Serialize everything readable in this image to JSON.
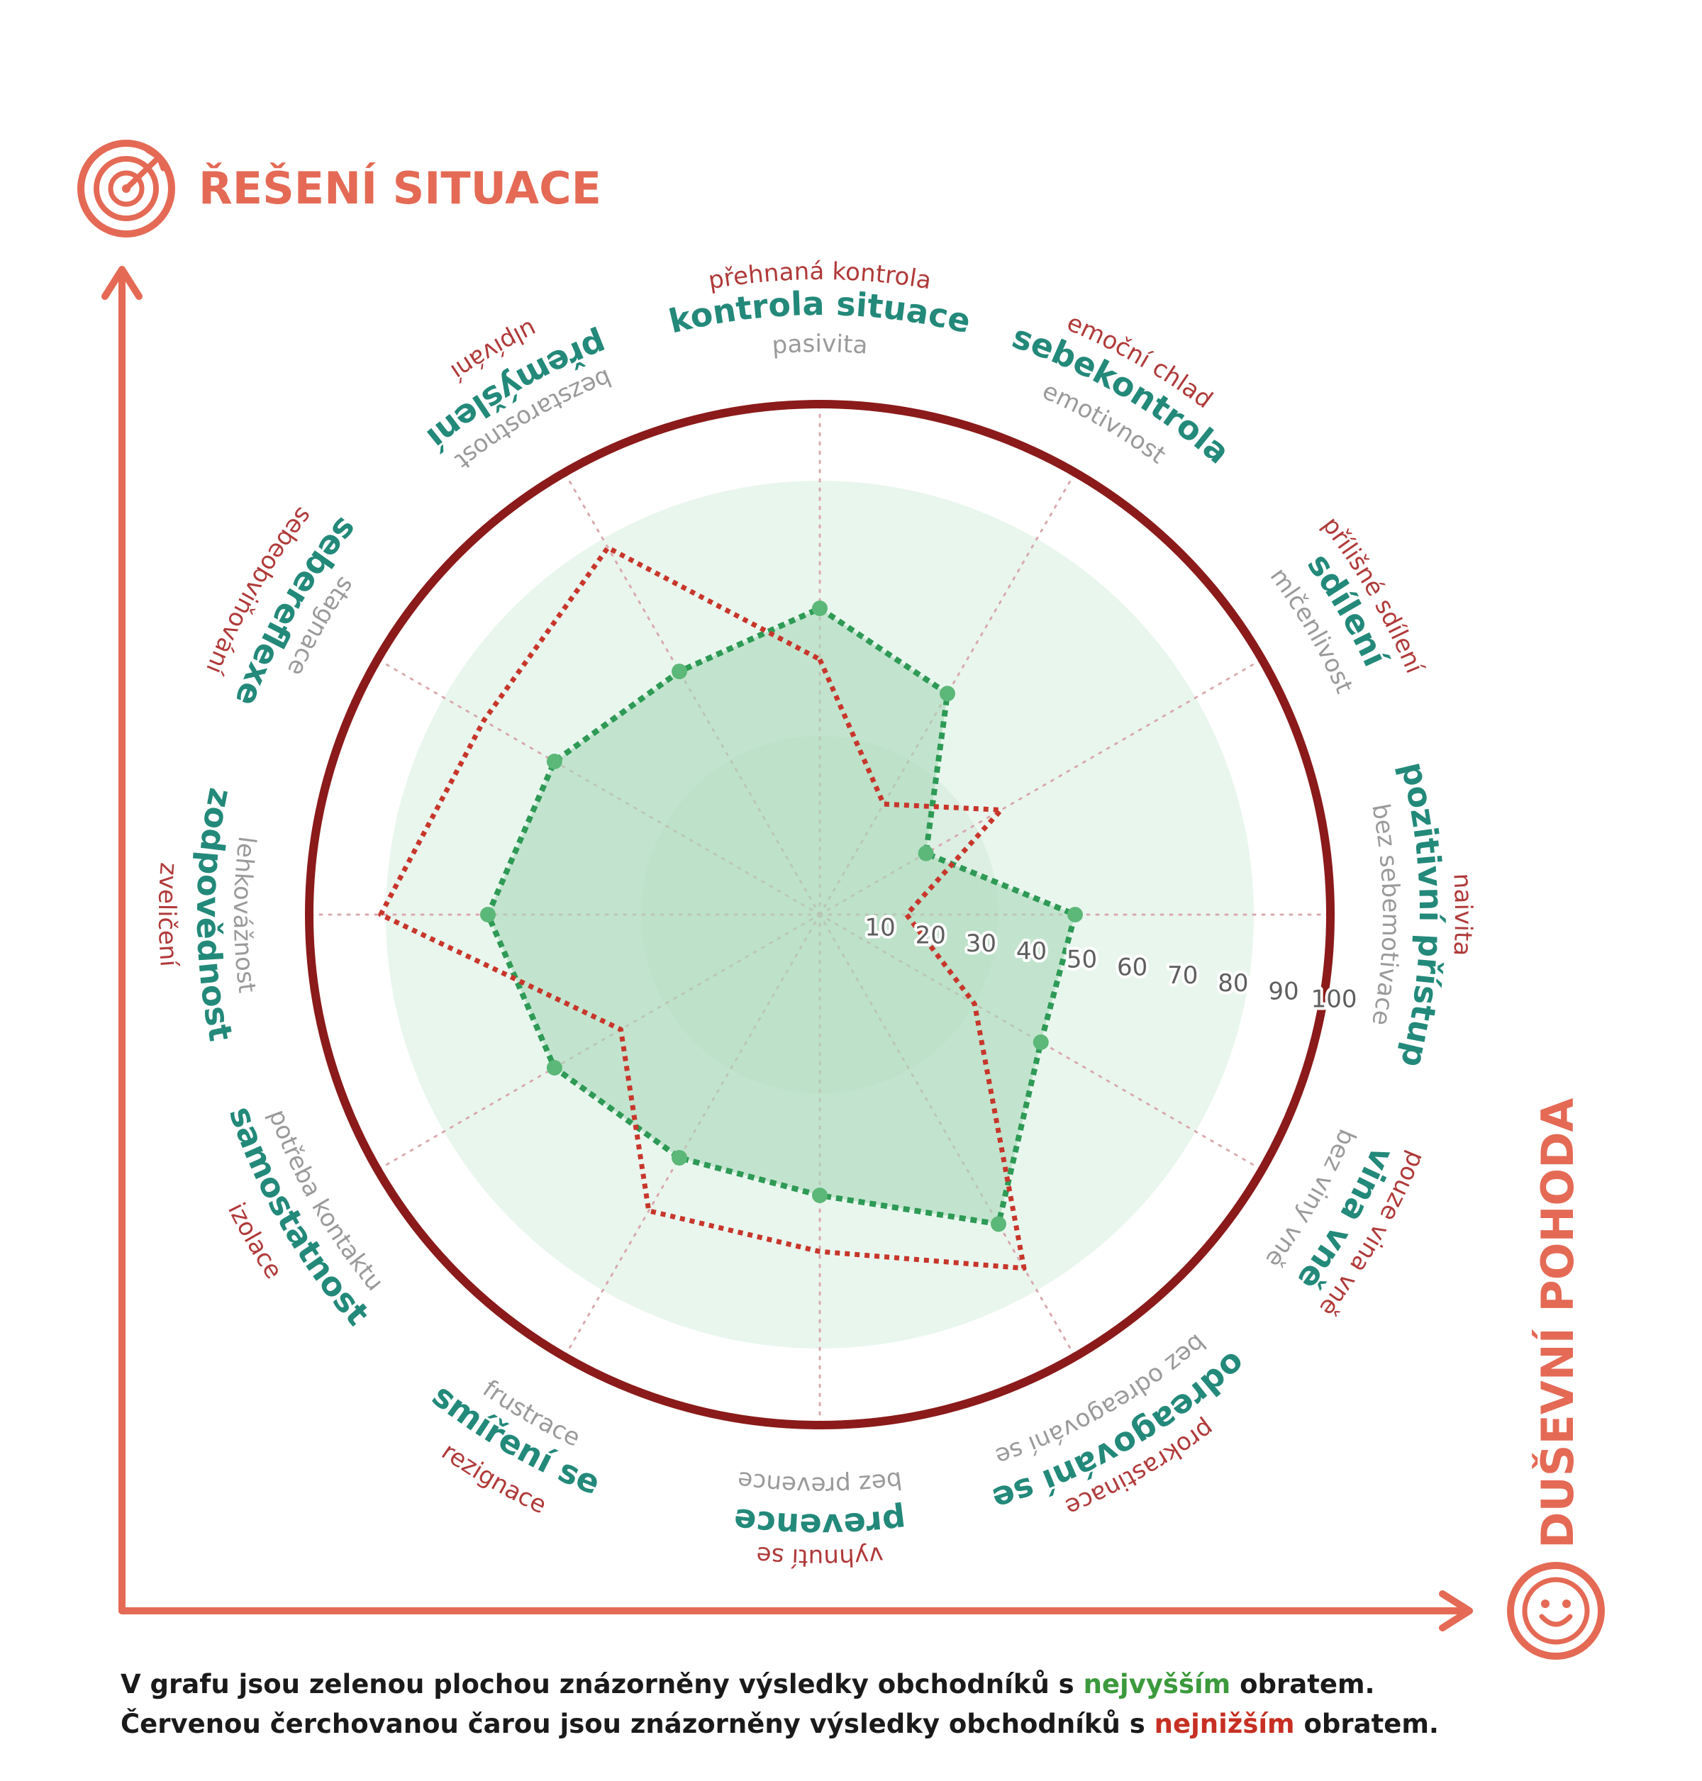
{
  "axes_titles": {
    "y": "ŘEŠENÍ SITUACE",
    "x": "DUŠEVNÍ POHODA"
  },
  "chart_data": {
    "type": "radar",
    "r_range": [
      0,
      100
    ],
    "tick_labels": [
      "10",
      "20",
      "30",
      "40",
      "50",
      "60",
      "70",
      "80",
      "90",
      "100"
    ],
    "categories": [
      {
        "main": "kontrola situace",
        "excess": "přehnaná kontrola",
        "deficit": "pasivita"
      },
      {
        "main": "sebekontrola",
        "excess": "emoční chlad",
        "deficit": "emotivnost"
      },
      {
        "main": "sdílení",
        "excess": "přílišné sdílení",
        "deficit": "mlčenlivost"
      },
      {
        "main": "pozitivní přístup",
        "excess": "naivita",
        "deficit": "bez sebemotivace"
      },
      {
        "main": "vina vně",
        "excess": "pouze vina vně",
        "deficit": "bez viny vně"
      },
      {
        "main": "odreagování se",
        "excess": "prokrastinace",
        "deficit": "bez odreagování se"
      },
      {
        "main": "prevence",
        "excess": "vyhnutí se",
        "deficit": "bez prevence"
      },
      {
        "main": "smíření se",
        "excess": "rezignace",
        "deficit": "frustrace"
      },
      {
        "main": "samostatnost",
        "excess": "izolace",
        "deficit": "potřeba kontaktu"
      },
      {
        "main": "zodpovědnost",
        "excess": "zveličení",
        "deficit": "lehkovážnost"
      },
      {
        "main": "sebereflexe",
        "excess": "sebeobviňování",
        "deficit": "stagnace"
      },
      {
        "main": "přemýšlení",
        "excess": "ulpívání",
        "deficit": "bezstarostnost"
      }
    ],
    "series": [
      {
        "values": [
          60,
          50,
          24,
          50,
          50,
          70,
          55,
          55,
          60,
          65,
          60,
          55
        ],
        "style": "filled area with dashed outline",
        "color": "#3a9e5b"
      },
      {
        "values": [
          50,
          25,
          41,
          17,
          35,
          80,
          66,
          67,
          45,
          86,
          76,
          83
        ],
        "style": "dotted line",
        "color": "#c8362b"
      }
    ],
    "grid": "dotted spokes",
    "zones": [
      {
        "from": 0,
        "to": 35,
        "color": "#dcefe2"
      },
      {
        "from": 35,
        "to": 85,
        "color": "#e9f6ee"
      }
    ]
  },
  "caption": {
    "line1_a": "V grafu jsou zelenou plochou znázorněny výsledky obchodníků s ",
    "line1_hi": "nejvyšším",
    "line1_b": " obratem.",
    "line2_a": "Červenou čerchovanou čarou jsou znázorněny výsledky obchodníků s ",
    "line2_lo": "nejnižším",
    "line2_b": " obratem."
  },
  "colors": {
    "axis": "#e46a55",
    "outer_ring": "#8b1a1a",
    "green_line": "#2e9a55",
    "green_fill": "#a9d9b9",
    "red_line": "#c8362b",
    "label_main": "#23897a",
    "label_excess": "#b03a3a",
    "label_deficit": "#9a9a9a"
  },
  "icons": {
    "y_axis_icon": "target-arrow-icon",
    "x_axis_icon": "smiley-icon"
  }
}
